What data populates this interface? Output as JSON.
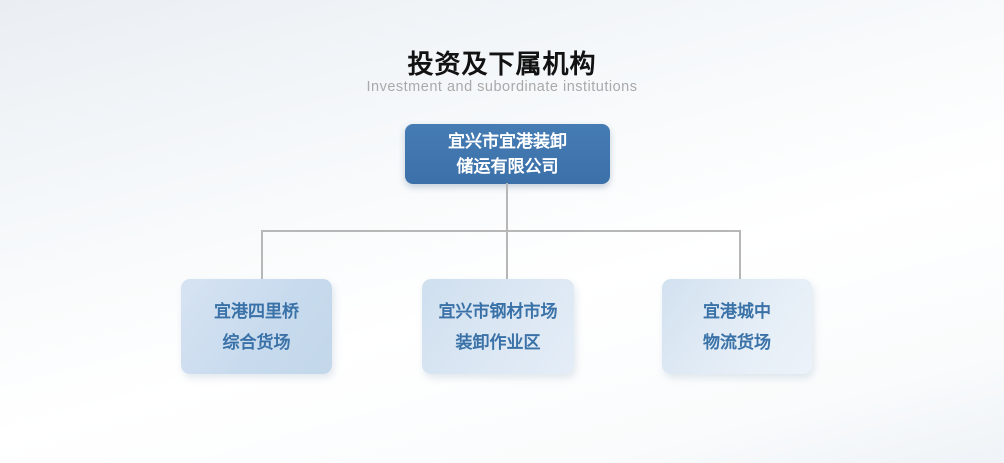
{
  "header": {
    "title": "投资及下属机构",
    "subtitle": "Investment and subordinate institutions"
  },
  "org_chart": {
    "root": {
      "name_lines": [
        "宜兴市宜港装卸",
        "储运有限公司"
      ]
    },
    "children": [
      {
        "name_lines": [
          "宜港四里桥",
          "综合货场"
        ]
      },
      {
        "name_lines": [
          "宜兴市钢材市场",
          "装卸作业区"
        ]
      },
      {
        "name_lines": [
          "宜港城中",
          "物流货场"
        ]
      }
    ]
  },
  "colors": {
    "root_box_bg": "#3d73ac",
    "root_box_text": "#ffffff",
    "child_box_bg_light": "#e4edf7",
    "child_box_bg_dark": "#c5d9ec",
    "child_box_text": "#3a72a8",
    "connector": "#b7b7b7",
    "title_text": "#121212",
    "subtitle_text": "#a9a9a9"
  }
}
